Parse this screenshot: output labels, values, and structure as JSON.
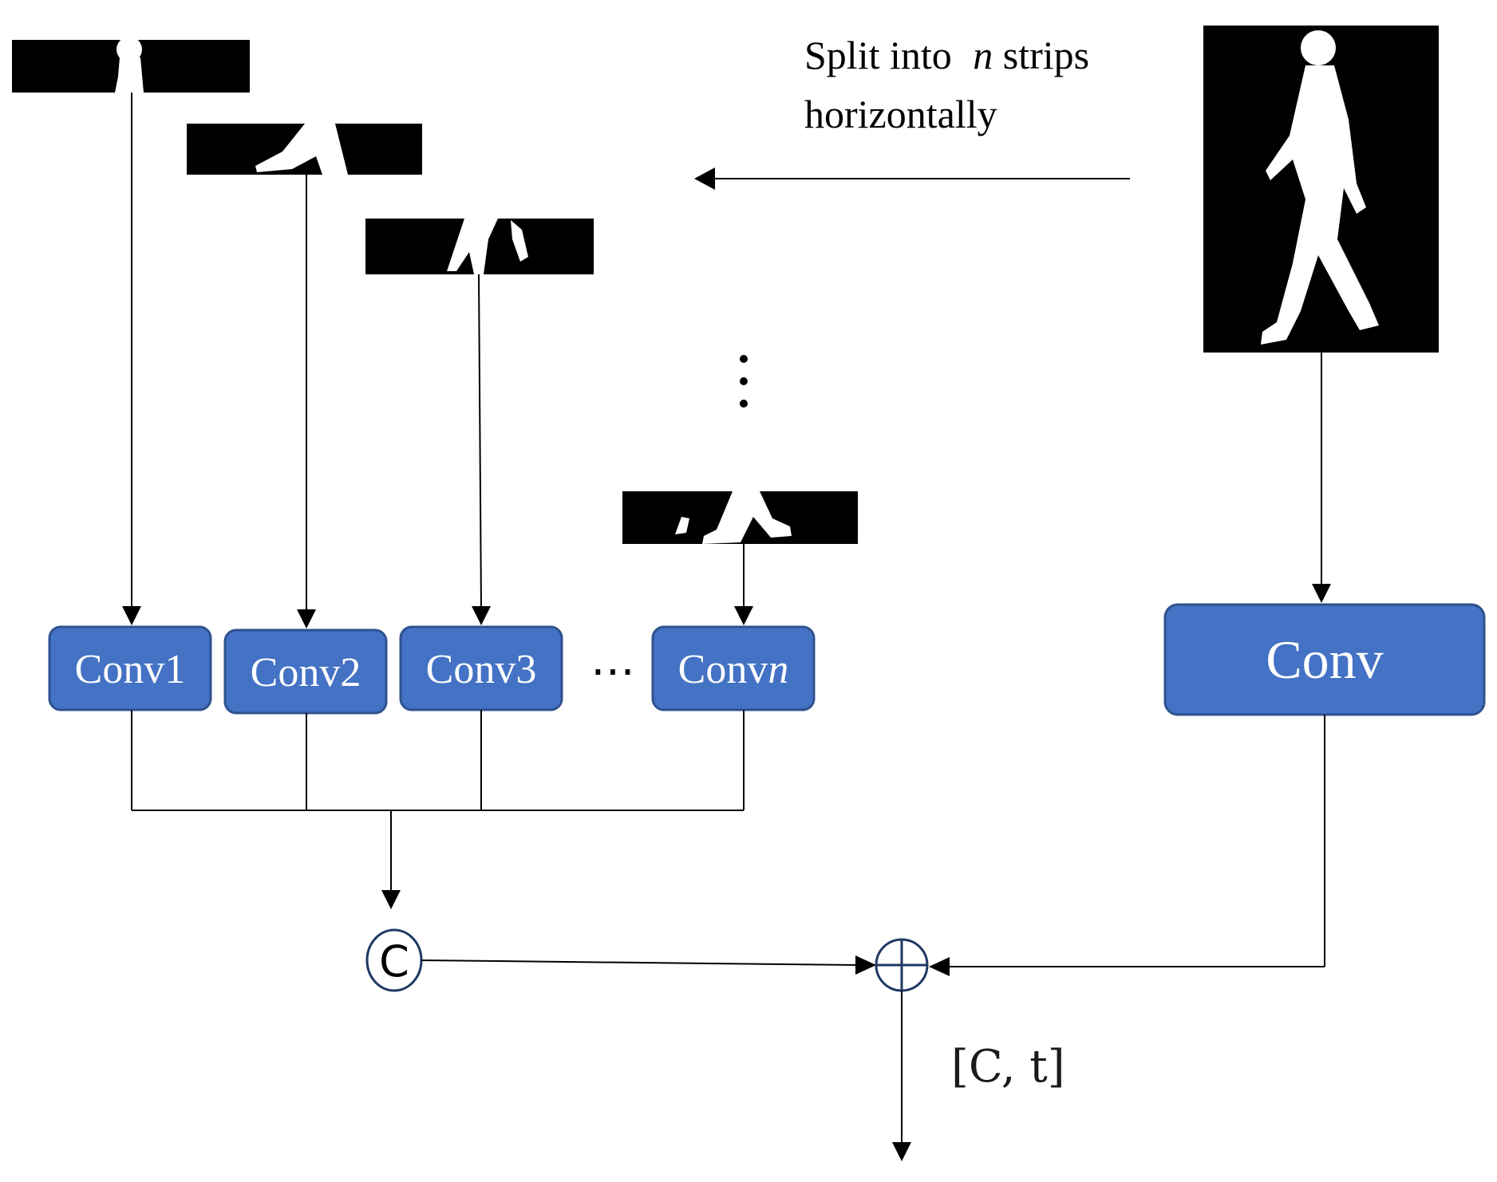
{
  "caption": {
    "line1_before": "Split into ",
    "line1_var": "n",
    "line1_after": " strips",
    "line2": "horizontally"
  },
  "conv_boxes": [
    {
      "label": "Conv1"
    },
    {
      "label": "Conv2"
    },
    {
      "label": "Conv3"
    },
    {
      "label_prefix": "Conv",
      "label_var": "n"
    }
  ],
  "ellipsis": "⋯",
  "global_conv": {
    "label": "Conv"
  },
  "concat_symbol": "C",
  "output_label": "[C, t]",
  "colors": {
    "box_fill": "#4472c4",
    "box_stroke": "#2f528f",
    "operator_stroke": "#1f3864"
  },
  "icons": [
    "full-silhouette-image",
    "strip-image",
    "concat-icon",
    "add-operator-icon"
  ]
}
